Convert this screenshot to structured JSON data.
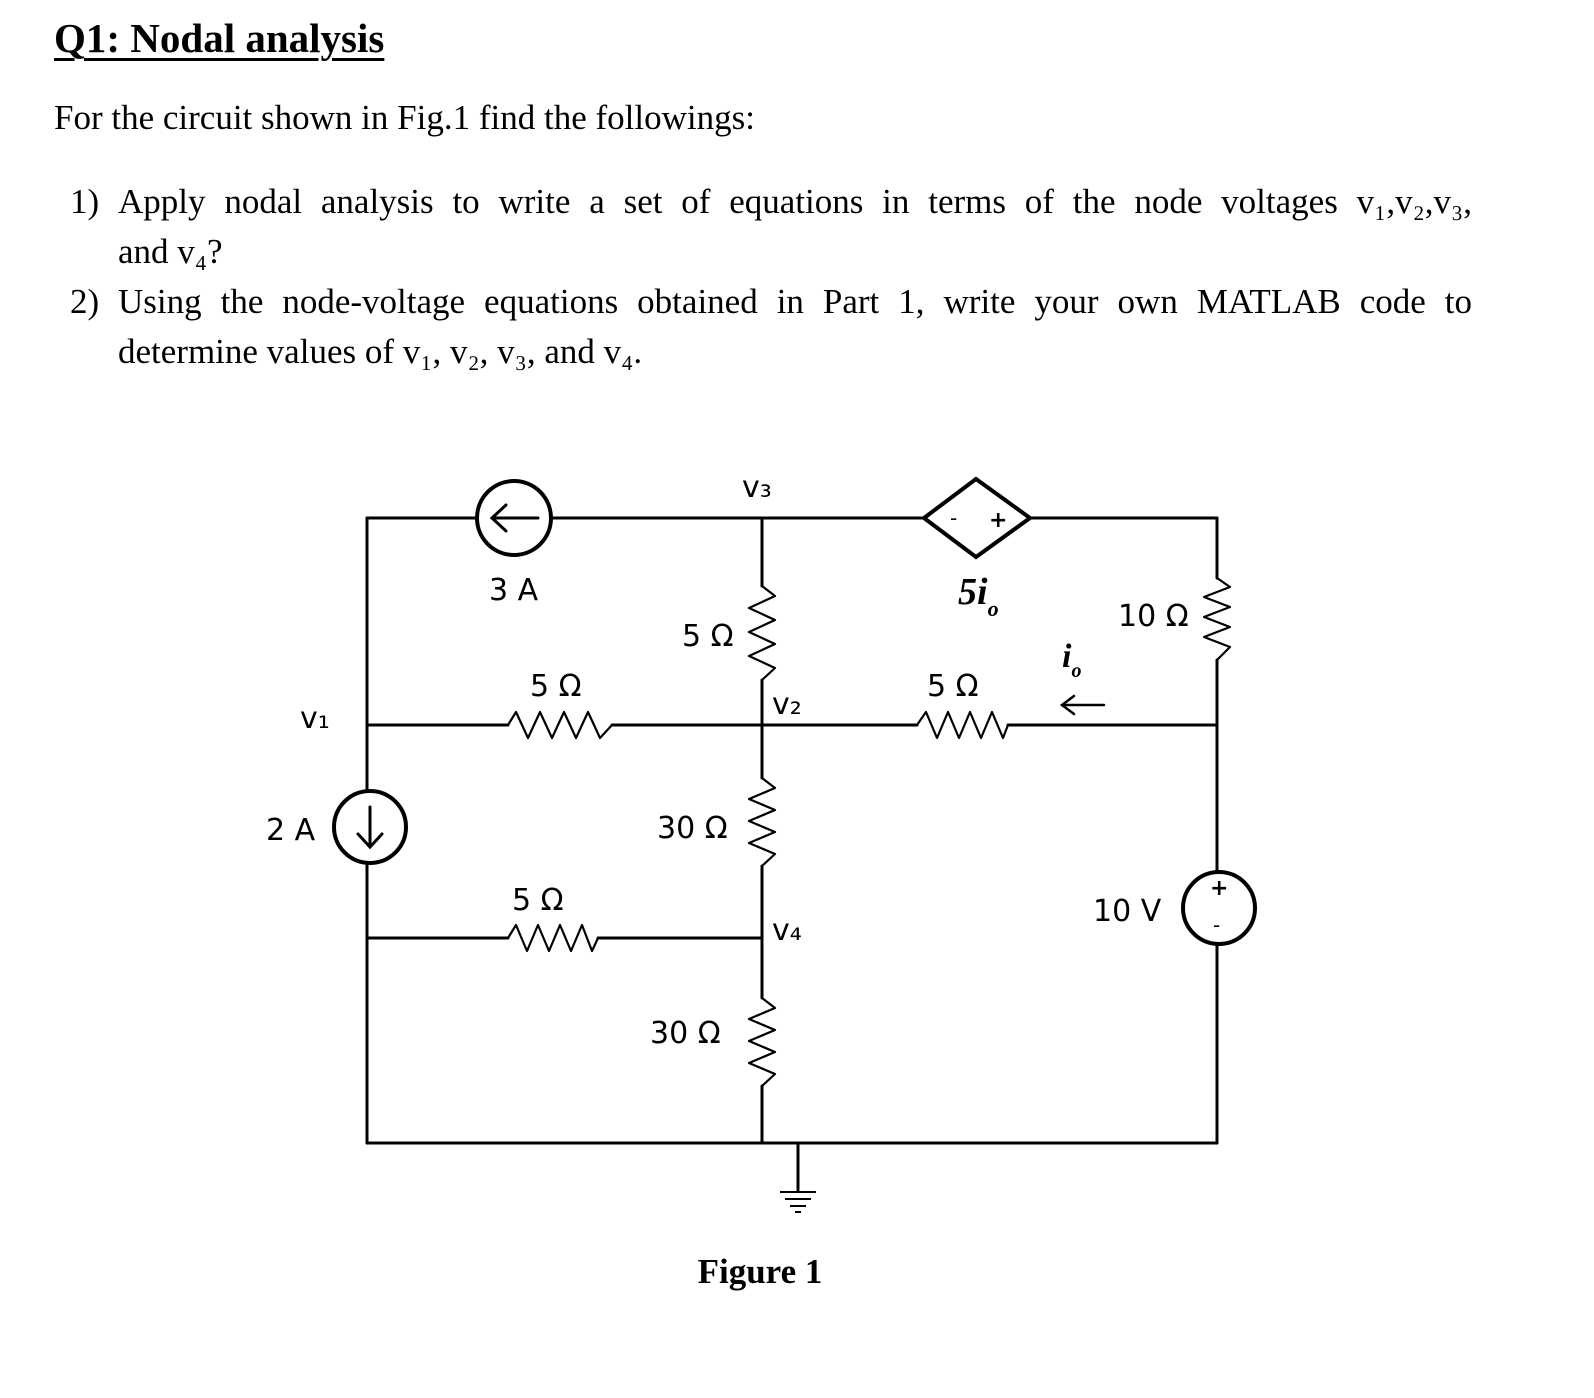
{
  "header": {
    "title": "Q1: Nodal analysis"
  },
  "intro": "For the circuit shown in Fig.1 find the followings:",
  "questions": [
    {
      "number": "1)",
      "line1": "Apply nodal analysis to write a set of equations in terms of the node voltages v₁,v₂,v₃,",
      "line2": "and v₄?"
    },
    {
      "number": "2)",
      "line1": "Using the node-voltage equations obtained in Part 1, write your own MATLAB code to",
      "line2": "determine values of v₁, v₂, v₃, and v₄."
    }
  ],
  "circuit": {
    "nodes": {
      "v1": "v₁",
      "v2": "v₂",
      "v3": "v₃",
      "v4": "v₄"
    },
    "sources": {
      "current_3a": "3 A",
      "current_2a": "2 A",
      "dependent": "5i",
      "dependent_sub": "o",
      "dependent_plus": "+",
      "dependent_minus": "-",
      "voltage_10v": "10 V",
      "voltage_plus": "+",
      "voltage_minus": "-"
    },
    "resistors": {
      "r_v1_v2": "5 Ω",
      "r_v3_v2": "5 Ω",
      "r_v2_v4": "30 Ω",
      "r_bottom_left": "5 Ω",
      "r_v4_gnd": "30 Ω",
      "r_v2_right": "5 Ω",
      "r_right_top": "10 Ω"
    },
    "current_label": {
      "symbol": "i",
      "sub": "o"
    },
    "arrow_3a": "←",
    "arrow_2a": "↓",
    "arrow_io": "←"
  },
  "figure": {
    "caption": "Figure 1"
  }
}
